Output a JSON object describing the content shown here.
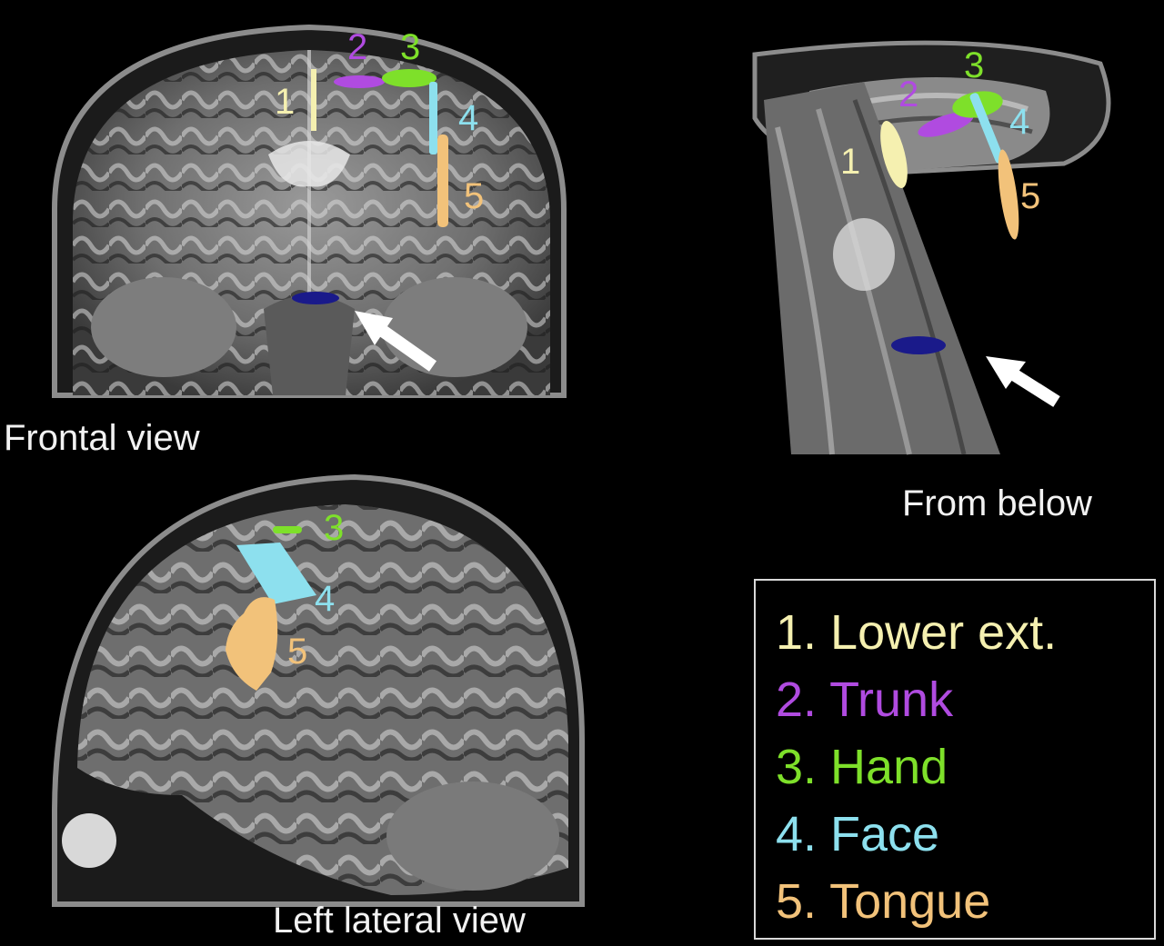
{
  "captions": {
    "frontal": "Frontal view",
    "below": "From below",
    "lateral": "Left lateral view"
  },
  "markers": {
    "m1": "1",
    "m2": "2",
    "m3": "3",
    "m4": "4",
    "m5": "5"
  },
  "legend": {
    "items": [
      {
        "label": "1. Lower ext.",
        "color": "#f5f0b0"
      },
      {
        "label": "2. Trunk",
        "color": "#b04be0"
      },
      {
        "label": "3. Hand",
        "color": "#7ee02a"
      },
      {
        "label": "4. Face",
        "color": "#8de0ee"
      },
      {
        "label": "5. Tongue",
        "color": "#f2c27a"
      }
    ]
  },
  "colors": {
    "lower_ext": "#f5f0b0",
    "trunk": "#b04be0",
    "hand": "#7ee02a",
    "face": "#8de0ee",
    "tongue": "#f2c27a",
    "target": "#1a1a8a",
    "arrow": "#ffffff",
    "background": "#000000"
  },
  "icons": [
    "white-arrow-icon"
  ]
}
